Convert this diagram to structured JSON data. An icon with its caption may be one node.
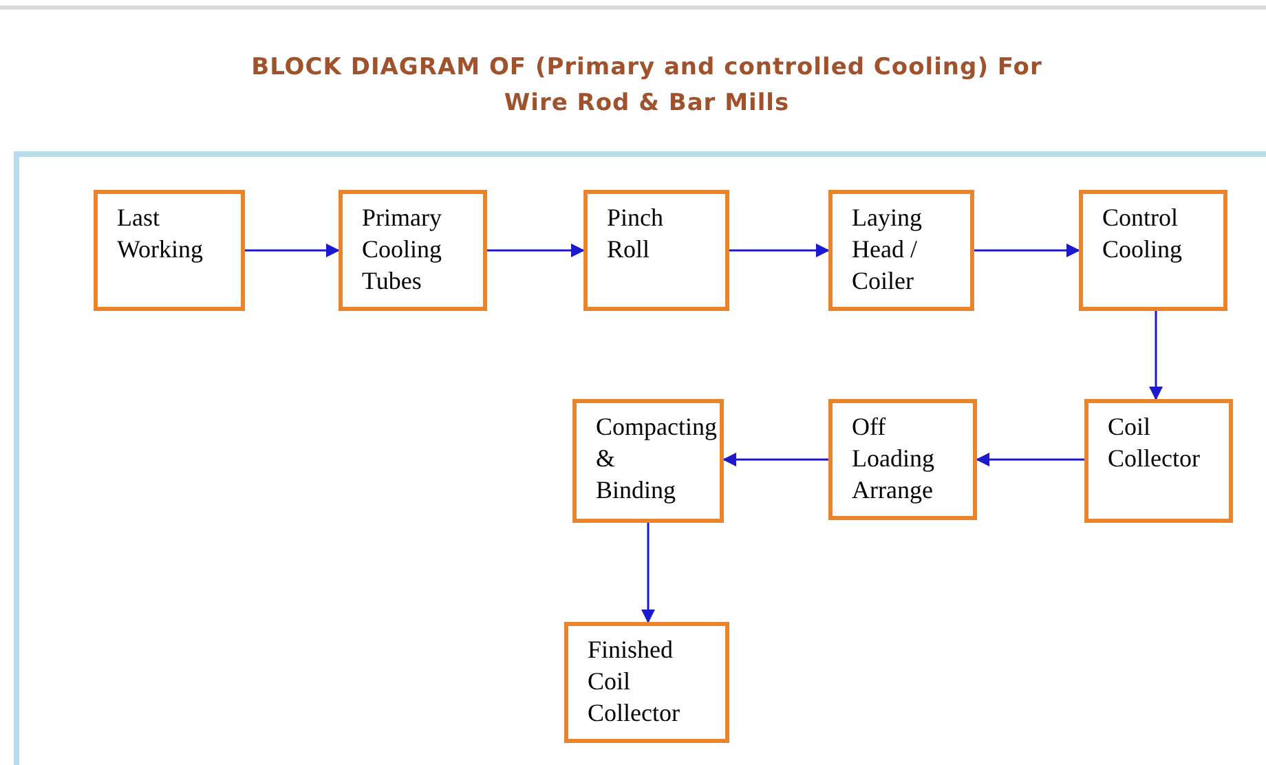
{
  "diagram": {
    "title": "BLOCK DIAGRAM OF (Primary and controlled Cooling) For Wire Rod & Bar Mills",
    "nodes": [
      {
        "text": [
          "Last Working"
        ]
      },
      {
        "text": [
          "Primary Cooling Tubes"
        ]
      },
      {
        "text": [
          "Pinch Roll"
        ]
      },
      {
        "text": [
          "Laying Head / Coiler"
        ]
      },
      {
        "text": [
          "Control Cooling"
        ]
      },
      {
        "text": [
          "Coil Collector"
        ]
      },
      {
        "text": [
          "Off Loading Arrange"
        ]
      },
      {
        "text": [
          "Compacting & Binding"
        ]
      },
      {
        "text": [
          "Finished Coil Collector"
        ]
      }
    ],
    "edges": [
      {
        "from": 0,
        "to": 1,
        "arrow": "to"
      },
      {
        "from": 1,
        "to": 2,
        "arrow": "to"
      },
      {
        "from": 2,
        "to": 3,
        "arrow": "to"
      },
      {
        "from": 3,
        "to": 4,
        "arrow": "to"
      },
      {
        "from": 4,
        "to": 5,
        "arrow": "to"
      },
      {
        "from": 5,
        "to": 6,
        "arrow": "to"
      },
      {
        "from": 6,
        "to": 7,
        "arrow": "to"
      },
      {
        "from": 7,
        "to": 8,
        "arrow": "to"
      }
    ]
  }
}
